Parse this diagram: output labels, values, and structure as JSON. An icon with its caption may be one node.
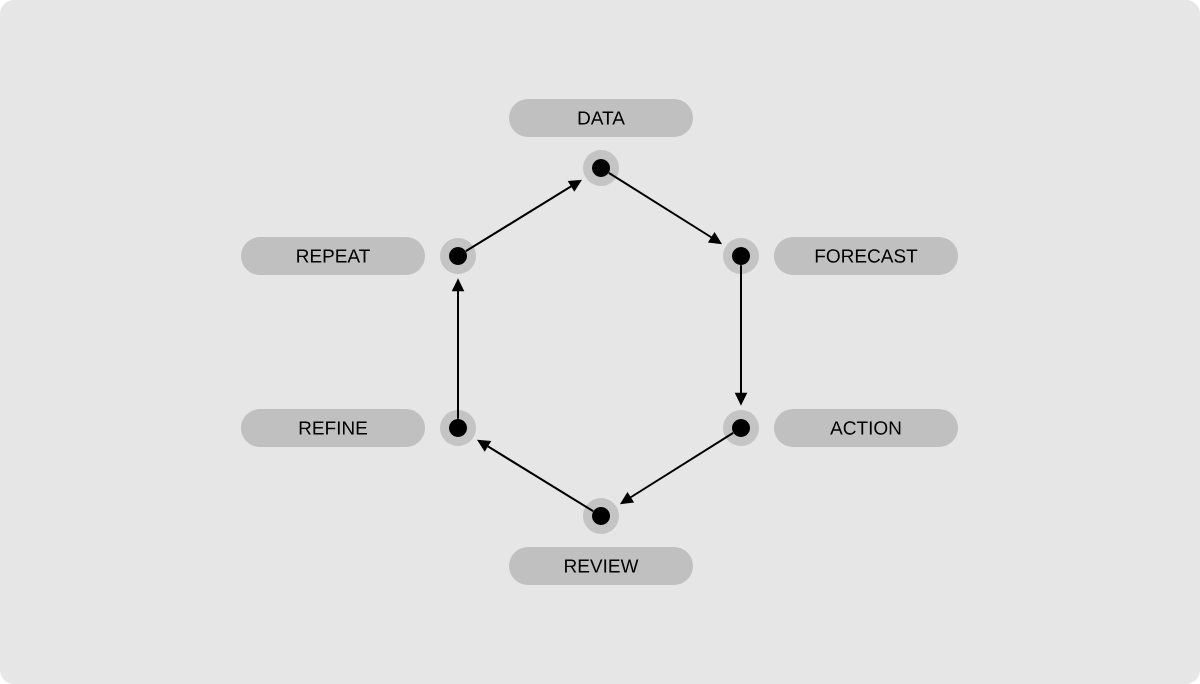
{
  "diagram": {
    "nodes": [
      {
        "text": [
          "DATA"
        ]
      },
      {
        "text": [],
        "shape": "circle"
      },
      {
        "text": [
          "REPEAT"
        ]
      },
      {
        "text": [],
        "shape": "circle"
      },
      {
        "text": [],
        "shape": "circle"
      },
      {
        "text": [
          "FORECAST"
        ]
      },
      {
        "text": [
          "REFINE"
        ]
      },
      {
        "text": [],
        "shape": "circle"
      },
      {
        "text": [],
        "shape": "circle"
      },
      {
        "text": [
          "ACTION"
        ]
      },
      {
        "text": [],
        "shape": "circle"
      },
      {
        "text": [
          "REVIEW"
        ]
      }
    ],
    "edges": [
      {
        "from": 1,
        "to": 4,
        "arrow": "to"
      },
      {
        "from": 4,
        "to": 8,
        "arrow": "to"
      },
      {
        "from": 8,
        "to": 10,
        "arrow": "to"
      },
      {
        "from": 10,
        "to": 7,
        "arrow": "to"
      },
      {
        "from": 7,
        "to": 3,
        "arrow": "to"
      },
      {
        "from": 3,
        "to": 1,
        "arrow": "to"
      }
    ]
  }
}
